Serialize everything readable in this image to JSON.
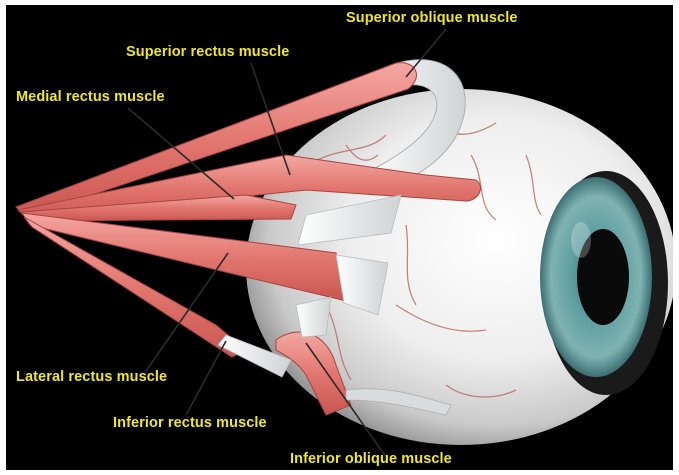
{
  "labels": {
    "superior_oblique": "Superior oblique muscle",
    "superior_rectus": "Superior rectus muscle",
    "medial_rectus": "Medial rectus muscle",
    "lateral_rectus": "Lateral rectus muscle",
    "inferior_rectus": "Inferior rectus muscle",
    "inferior_oblique": "Inferior oblique muscle"
  },
  "colors": {
    "background": "#000000",
    "label_text": "#f0e62a",
    "muscle": "#e9837e",
    "sclera": "#eeeeee",
    "iris": "#5f9ea1",
    "pupil": "#0a0a0a",
    "tendon": "#e8eaea",
    "leader_line": "#2a2a2a"
  }
}
